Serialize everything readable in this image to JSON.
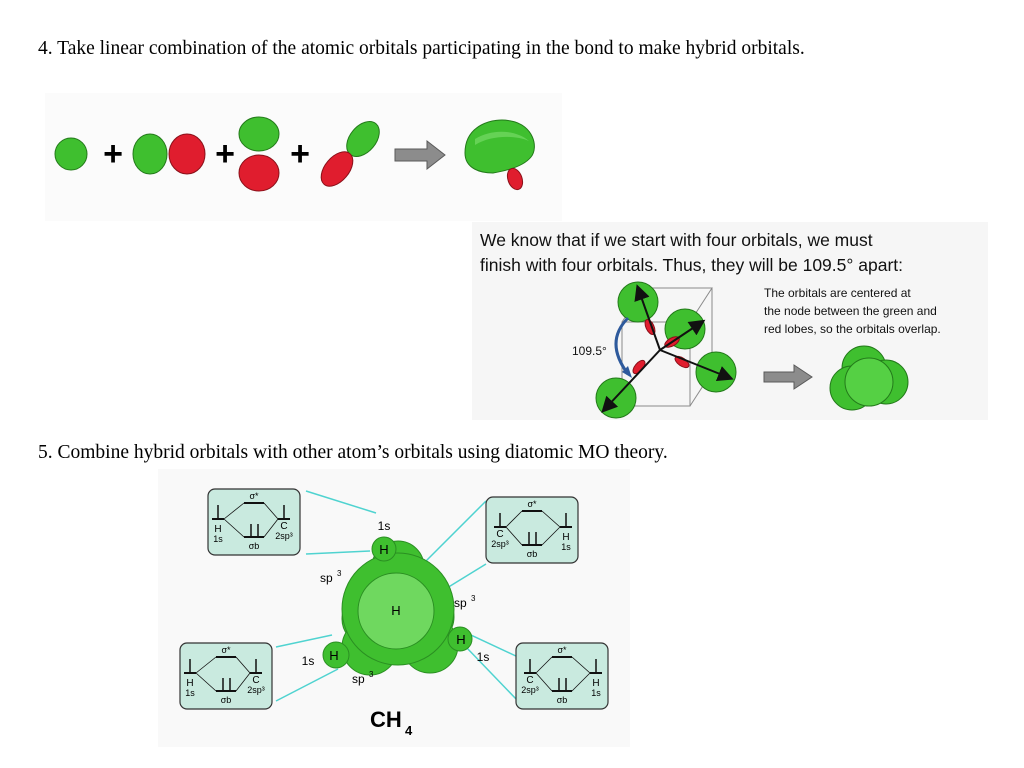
{
  "steps": {
    "step4": "4. Take linear combination of the atomic orbitals participating in the bond to make hybrid orbitals.",
    "step5": "5. Combine hybrid orbitals with other atom’s orbitals using diatomic MO theory."
  },
  "combination": {
    "plus": "+"
  },
  "tetrahedral": {
    "heading_line1": "We know that if we start with four orbitals, we must",
    "heading_line2": "finish with four orbitals. Thus, they will be 109.5° apart:",
    "note_line1": "The orbitals are centered at",
    "note_line2": "the node between the green and",
    "note_line3": "red lobes, so the orbitals overlap.",
    "angle_label": "109.5°"
  },
  "ch4_diagram": {
    "molecule": "CH",
    "molecule_subscript": "4",
    "atom_label": "H",
    "label_1s": "1s",
    "label_sp3": "sp",
    "label_sp3_sup": "3",
    "mo_box": {
      "h_label": "H",
      "h_orbital": "1s",
      "c_label": "C",
      "c_orbital": "2sp³",
      "sigma_star": "σ*",
      "sigma_b": "σb"
    }
  },
  "colors": {
    "green": "#3fbf2f",
    "dark_green": "#2a8f22",
    "red": "#e01d2e",
    "cyan_line": "#4fd3d0",
    "box_fill": "#c9eadf"
  }
}
